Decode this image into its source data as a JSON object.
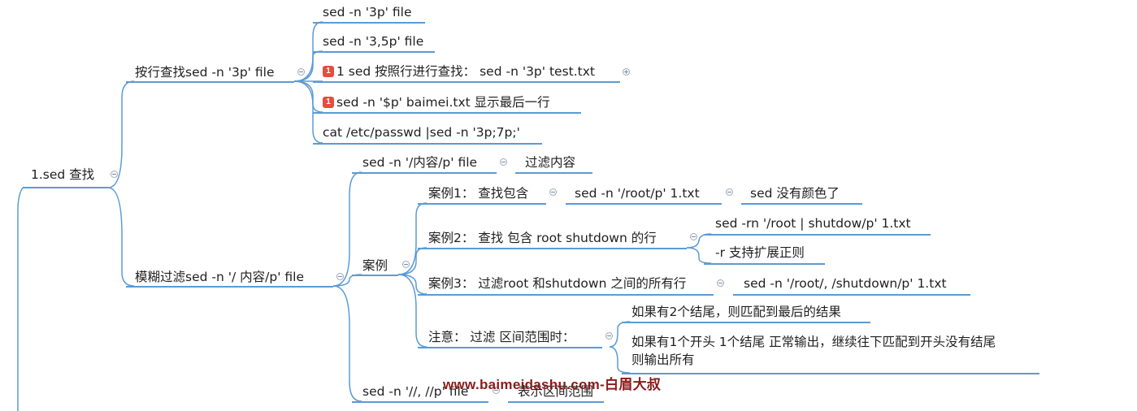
{
  "nodes": {
    "root": "1.sed 查找",
    "row_find": "按行查找sed -n '3p' file",
    "row1": "sed -n '3p' file",
    "row2": "sed -n '3,5p' file",
    "row3_badge": "1",
    "row3": "1 sed 按照行进行查找： sed -n '3p' test.txt",
    "row4_badge": "1",
    "row4": "sed -n '$p' baimei.txt 显示最后一行",
    "row5": "cat /etc/passwd |sed -n '3p;7p;'",
    "fuzzy": "模糊过滤sed -n '/ 内容/p' file",
    "fz1": "sed -n '/内容/p' file",
    "fz1_note": "过滤内容",
    "case": "案例",
    "case1": "案例1： 查找包含",
    "case1_cmd": "sed -n '/root/p' 1.txt",
    "case1_note": "sed 没有颜色了",
    "case2": "案例2： 查找 包含 root shutdown 的行",
    "case2_cmd": "sed -rn '/root | shutdow/p' 1.txt",
    "case2_note": "-r 支持扩展正则",
    "case3": "案例3： 过滤root 和shutdown 之间的所有行",
    "case3_cmd": "sed -n '/root/, /shutdown/p' 1.txt",
    "note": "注意： 过滤 区间范围时：",
    "note1": "如果有2个结尾，则匹配到最后的结果",
    "note2_line1": "如果有1个开头 1个结尾 正常输出，继续往下匹配到开头没有结尾",
    "note2_line2": "则输出所有",
    "range": "sed -n '//, //p' file",
    "range_note": "表示区间范围"
  },
  "watermark": "www.baimeidashu.com-白眉大叔",
  "colors": {
    "line": "#5b9bd5",
    "badge": "#e74c3c",
    "watermark": "#8b1a1a"
  }
}
